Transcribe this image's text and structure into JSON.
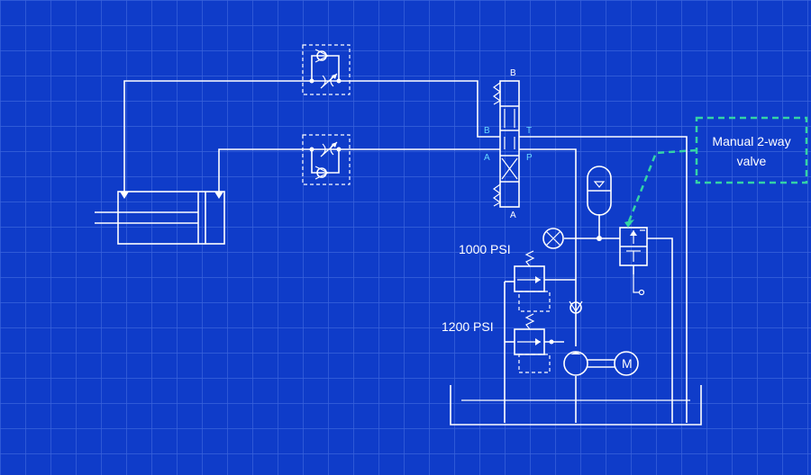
{
  "labels": {
    "relief_1000": "1000 PSI",
    "relief_1200": "1200 PSI",
    "callout_line1": "Manual 2-way",
    "callout_line2": "valve",
    "motor": "M",
    "port_b_top": "B",
    "port_a_bottom": "A",
    "port_b": "B",
    "port_t": "T",
    "port_a": "A",
    "port_p": "P"
  },
  "colors": {
    "background": "#0f3cc9",
    "grid": "#3a63dc",
    "line": "#ffffff",
    "port_label": "#66d9ff",
    "callout": "#34d3a6"
  },
  "icons": [
    "check-valve-icon",
    "throttle-valve-icon",
    "motor-icon",
    "pump-icon",
    "accumulator-icon",
    "gauge-icon",
    "spring-icon",
    "relief-valve-icon",
    "directional-valve-icon",
    "cylinder-icon",
    "tank-icon"
  ]
}
